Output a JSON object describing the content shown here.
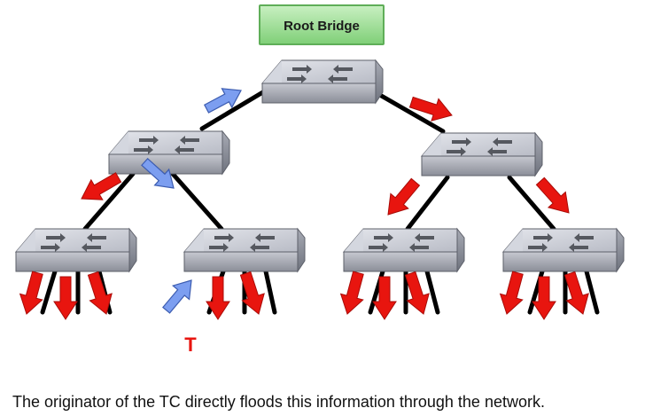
{
  "root_label": "Root Bridge",
  "originator_marker": "T",
  "caption": "The originator of the TC directly floods this information through the network.",
  "colors": {
    "flood_arrow": "#e8150f",
    "tc_arrow": "#7c9ef0",
    "root_box": "#8fd98a",
    "link": "#000000"
  },
  "icons": {
    "bridge": "switch-icon",
    "flood": "red-arrow-icon",
    "tc": "blue-arrow-icon"
  }
}
